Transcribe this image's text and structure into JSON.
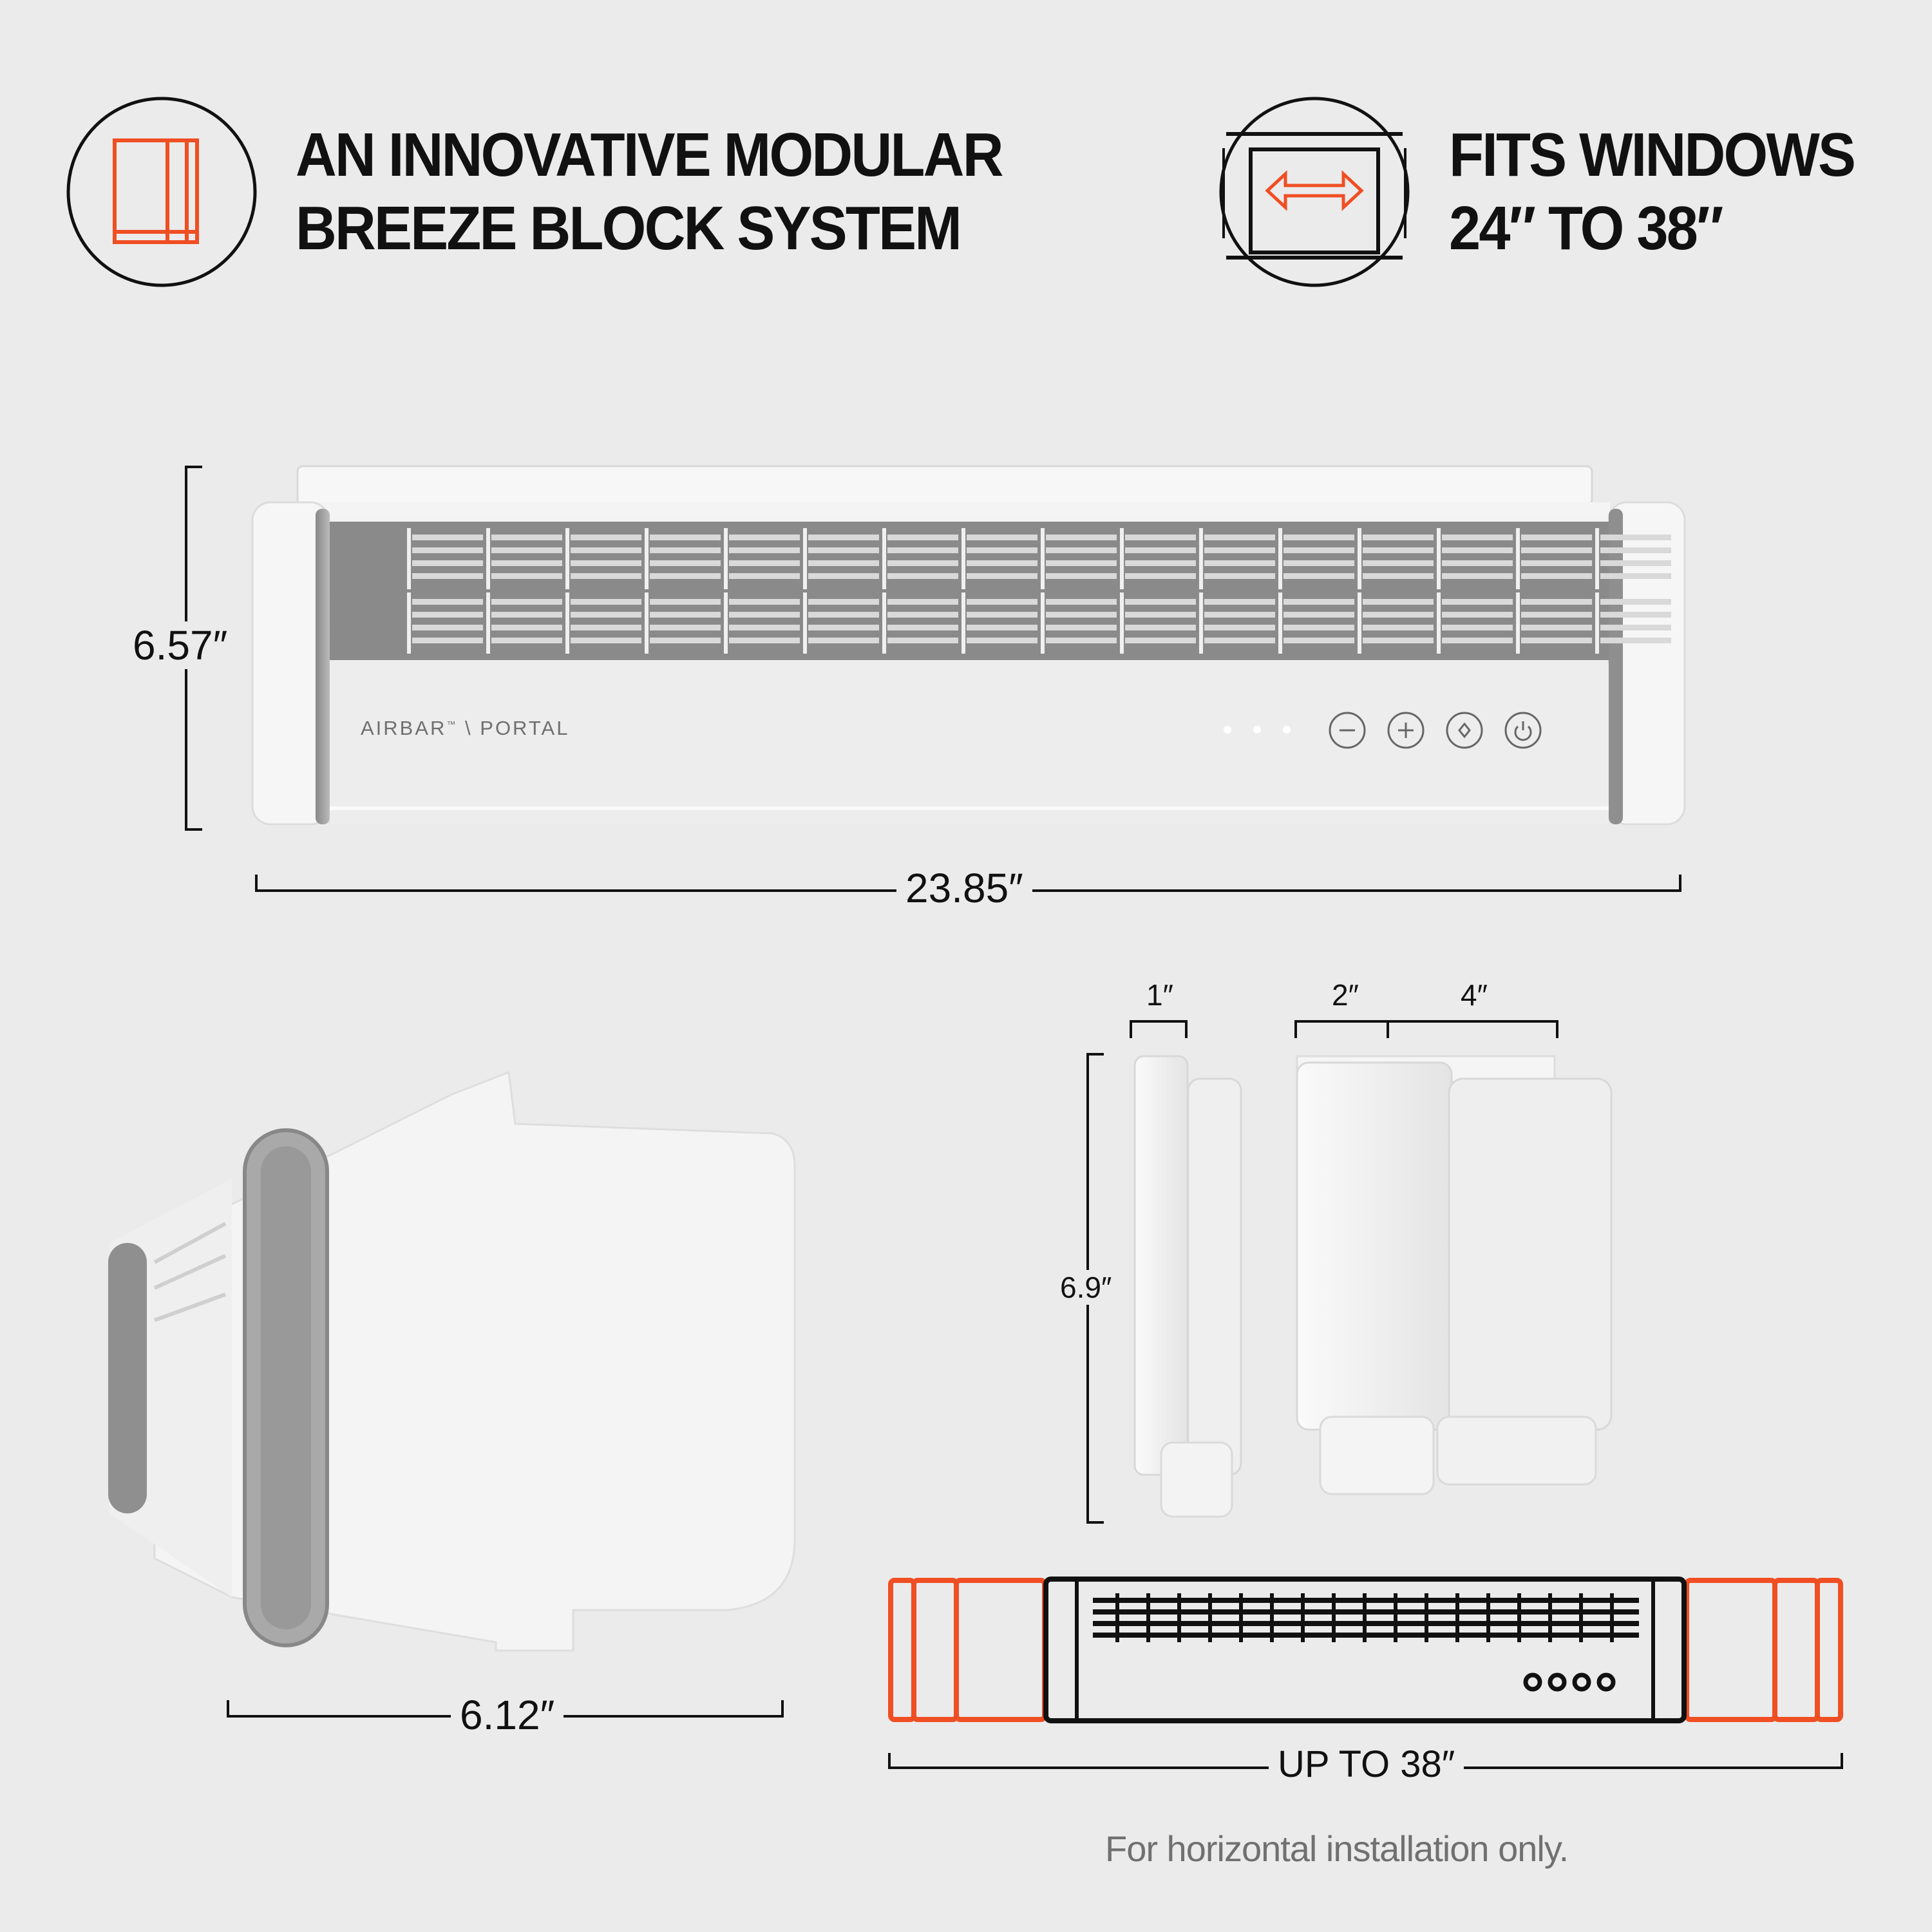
{
  "features": [
    {
      "icon": "modular-blocks-icon",
      "line1": "AN INNOVATIVE MODULAR",
      "line2": "BREEZE BLOCK SYSTEM"
    },
    {
      "icon": "window-width-arrow-icon",
      "line1": "FITS WINDOWS",
      "line2": "24″ TO 38″"
    }
  ],
  "product": {
    "brand": "AIRBAR",
    "trademark": "™",
    "model": "\\ PORTAL",
    "height": "6.57″",
    "width": "23.85″",
    "depth": "6.12″",
    "controls": [
      "minus",
      "plus",
      "mode",
      "power"
    ],
    "indicator_count": 3
  },
  "blocks": {
    "height": "6.9″",
    "widths": [
      "1″",
      "2″",
      "4″"
    ]
  },
  "assembly": {
    "max_width": "UP TO 38″"
  },
  "footer": "For horizontal installation only.",
  "colors": {
    "accent": "#f04e23",
    "background": "#ebebeb",
    "ink": "#111111"
  }
}
